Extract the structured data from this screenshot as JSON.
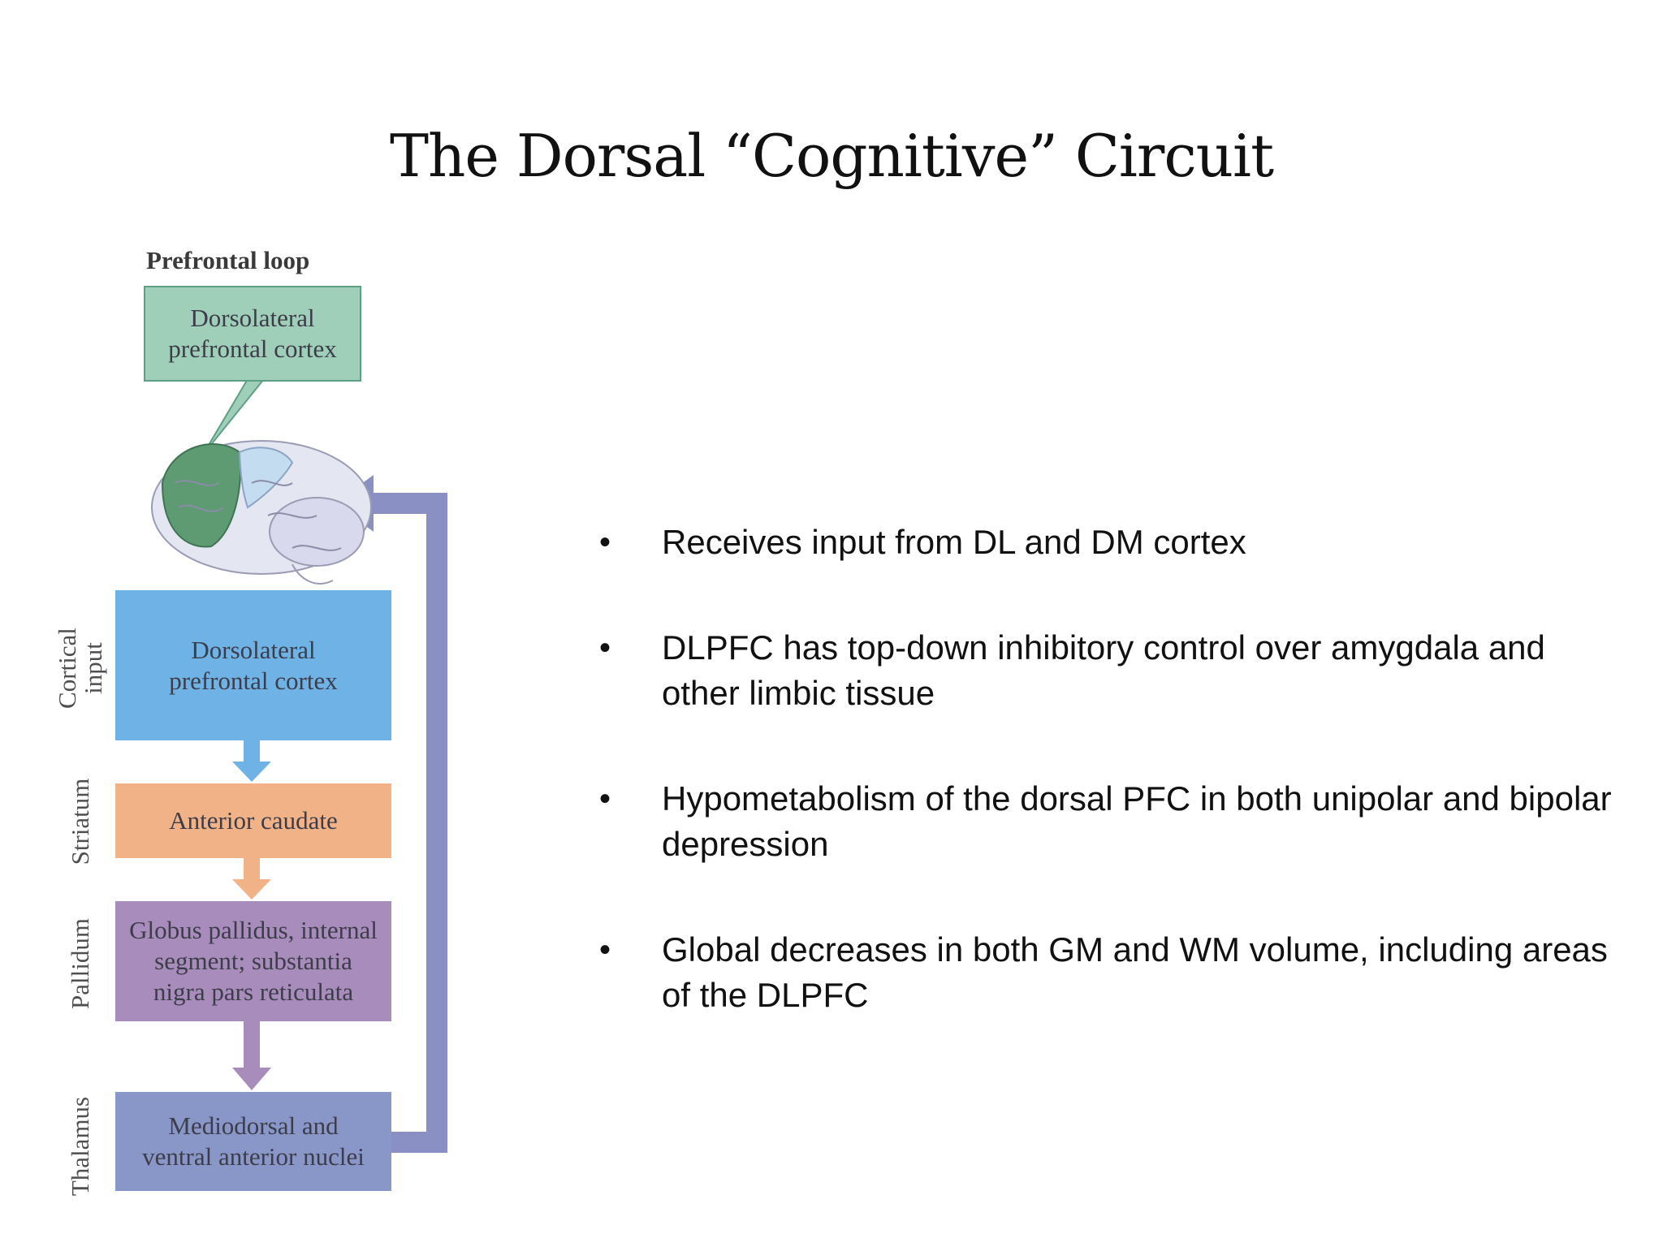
{
  "slide": {
    "title": "The Dorsal “Cognitive” Circuit"
  },
  "figure": {
    "heading": "Prefrontal loop",
    "top_box": "Dorsolateral\nprefrontal cortex",
    "side_labels": {
      "cortical_input": "Cortical\ninput",
      "striatum": "Striatum",
      "pallidum": "Pallidum",
      "thalamus": "Thalamus"
    },
    "boxes": {
      "cortex": "Dorsolateral\nprefrontal cortex",
      "caudate": "Anterior caudate",
      "pallidus": "Globus pallidus, internal\nsegment; substantia\nnigra pars reticulata",
      "thalamus": "Mediodorsal and\nventral anterior nuclei"
    },
    "colors": {
      "green": "#9fcfb8",
      "blue": "#6fb3e6",
      "orange": "#f0b286",
      "purple": "#a88cbb",
      "indigo": "#8896c8",
      "feedback_arrow": "#8a90c4"
    }
  },
  "bullets": [
    "Receives input from DL and DM cortex",
    "DLPFC has top-down inhibitory control over amygdala and other limbic tissue",
    "Hypometabolism of the dorsal PFC in both unipolar and bipolar depression",
    "Global decreases in both GM and WM volume, including areas of the DLPFC"
  ],
  "bullet_symbol": "•"
}
